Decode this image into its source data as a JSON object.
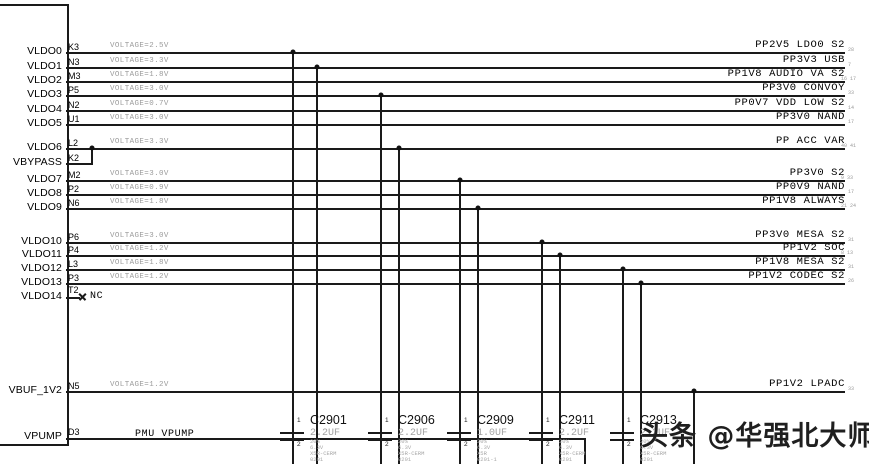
{
  "sheet": {
    "watermark": "头条 @华强北大师兄"
  },
  "component": {
    "vpump_label": "PMU VPUMP",
    "nc_label": "NC"
  },
  "rails": [
    {
      "pin_name": "VLDO0",
      "pin_num": "K3",
      "voltage": "VOLTAGE=2.5V",
      "net": "PP2V5 LDO0 S2",
      "net_num": "28"
    },
    {
      "pin_name": "VLDO1",
      "pin_num": "N3",
      "voltage": "VOLTAGE=3.3V",
      "net": "PP3V3 USB",
      "net_num": "7"
    },
    {
      "pin_name": "VLDO2",
      "pin_num": "M3",
      "voltage": "VOLTAGE=1.8V",
      "net": "PP1V8 AUDIO VA S2",
      "net_num": "16 17"
    },
    {
      "pin_name": "VLDO3",
      "pin_num": "P5",
      "voltage": "VOLTAGE=3.0V",
      "net": "PP3V0 CONVOY",
      "net_num": "33"
    },
    {
      "pin_name": "VLDO4",
      "pin_num": "N2",
      "voltage": "VOLTAGE=0.7V",
      "net": "PP0V7 VDD LOW S2",
      "net_num": "14"
    },
    {
      "pin_name": "VLDO5",
      "pin_num": "U1",
      "voltage": "VOLTAGE=3.0V",
      "net": "PP3V0 NAND",
      "net_num": "17"
    },
    {
      "pin_name": "VLDO6",
      "pin_num": "L2",
      "voltage": "VOLTAGE=3.3V",
      "net": "PP ACC VAR",
      "net_num": "40 41"
    },
    {
      "pin_name": "VBYPASS",
      "pin_num": "K2",
      "voltage": "",
      "net": "",
      "net_num": ""
    },
    {
      "pin_name": "VLDO7",
      "pin_num": "M2",
      "voltage": "VOLTAGE=3.0V",
      "net": "PP3V0 S2",
      "net_num": "9 33"
    },
    {
      "pin_name": "VLDO8",
      "pin_num": "P2",
      "voltage": "VOLTAGE=0.9V",
      "net": "PP0V9 NAND",
      "net_num": "17"
    },
    {
      "pin_name": "VLDO9",
      "pin_num": "N6",
      "voltage": "VOLTAGE=1.8V",
      "net": "PP1V8 ALWAYS",
      "net_num": "21 24"
    },
    {
      "pin_name": "VLDO10",
      "pin_num": "P6",
      "voltage": "VOLTAGE=3.0V",
      "net": "PP3V0 MESA S2",
      "net_num": "31"
    },
    {
      "pin_name": "VLDO11",
      "pin_num": "P4",
      "voltage": "VOLTAGE=1.2V",
      "net": "PP1V2 SOC",
      "net_num": "8 13"
    },
    {
      "pin_name": "VLDO12",
      "pin_num": "L3",
      "voltage": "VOLTAGE=1.8V",
      "net": "PP1V8 MESA S2",
      "net_num": "31"
    },
    {
      "pin_name": "VLDO13",
      "pin_num": "P3",
      "voltage": "VOLTAGE=1.2V",
      "net": "PP1V2 CODEC S2",
      "net_num": "26"
    },
    {
      "pin_name": "VLDO14",
      "pin_num": "T2",
      "voltage": "",
      "net": "",
      "net_num": ""
    },
    {
      "pin_name": "VBUF_1V2",
      "pin_num": "N5",
      "voltage": "VOLTAGE=1.2V",
      "net": "PP1V2 LPADC",
      "net_num": "33"
    },
    {
      "pin_name": "VPUMP",
      "pin_num": "D3",
      "voltage": "",
      "net": "",
      "net_num": ""
    }
  ],
  "capacitors": [
    {
      "ref": "C2901",
      "value": "2.2UF",
      "tolerance": "20%",
      "rating": "6.3V",
      "dielectric": "X5R-CERM",
      "package": "0201",
      "pin1": "1",
      "pin2": "2"
    },
    {
      "ref": "C2906",
      "value": "2.2UF",
      "tolerance": "20%",
      "rating": "6.3V",
      "dielectric": "X5R-CERM",
      "package": "0201",
      "pin1": "1",
      "pin2": "2"
    },
    {
      "ref": "C2909",
      "value": "1.0UF",
      "tolerance": "20%",
      "rating": "6.3V",
      "dielectric": "X5R",
      "package": "0201-1",
      "pin1": "1",
      "pin2": "2"
    },
    {
      "ref": "C2911",
      "value": "2.2UF",
      "tolerance": "20%",
      "rating": "6.3V",
      "dielectric": "X5R-CERM",
      "package": "0201",
      "pin1": "1",
      "pin2": "2"
    },
    {
      "ref": "C2913",
      "value": "2.2UF",
      "tolerance": "20%",
      "rating": "6.3V",
      "dielectric": "X5R-CERM",
      "package": "0201",
      "pin1": "1",
      "pin2": "2"
    }
  ],
  "colors": {
    "wire": "#1a1a1a",
    "annotation": "#9b9b9b",
    "background": "#ffffff"
  }
}
